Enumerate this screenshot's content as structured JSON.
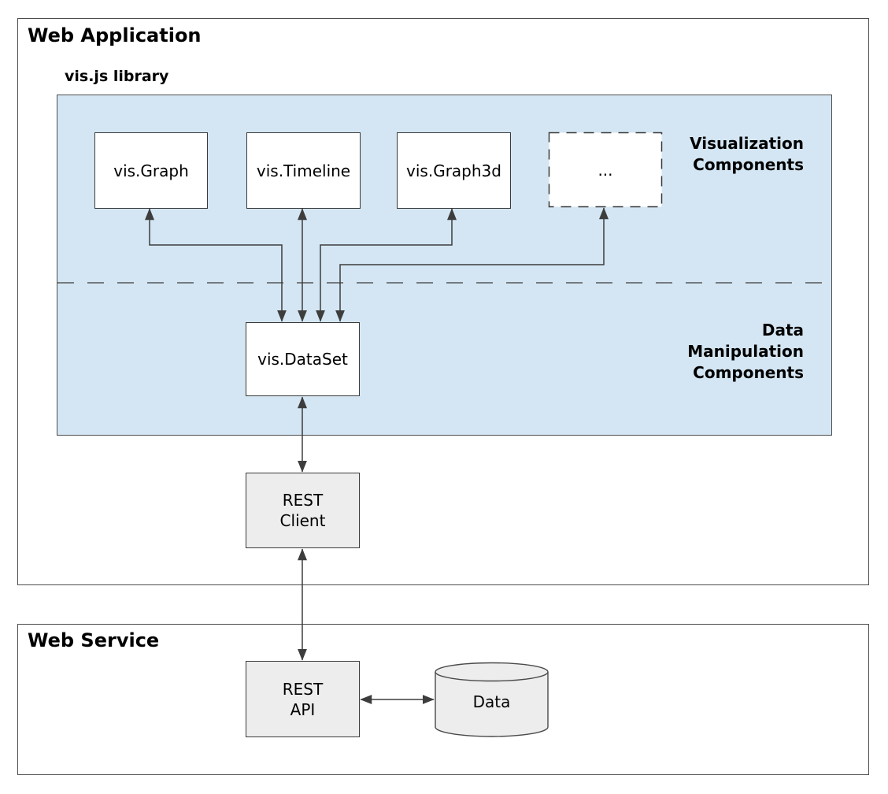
{
  "web_application": {
    "title": "Web Application"
  },
  "vis_library": {
    "label": "vis.js library",
    "components": {
      "vis_graph": "vis.Graph",
      "vis_timeline": "vis.Timeline",
      "vis_graph3d": "vis.Graph3d",
      "more": "...",
      "vis_dataset": "vis.DataSet"
    },
    "annotations": {
      "visualization": "Visualization\nComponents",
      "data_manipulation": "Data\nManipulation\nComponents"
    }
  },
  "rest_client": {
    "label": "REST\nClient"
  },
  "web_service": {
    "title": "Web Service",
    "rest_api": {
      "label": "REST\nAPI"
    },
    "data_store": {
      "label": "Data"
    }
  },
  "colors": {
    "library_bg": "#d4e6f3",
    "node_gray_bg": "#ededed",
    "line": "#3d3d3d"
  }
}
